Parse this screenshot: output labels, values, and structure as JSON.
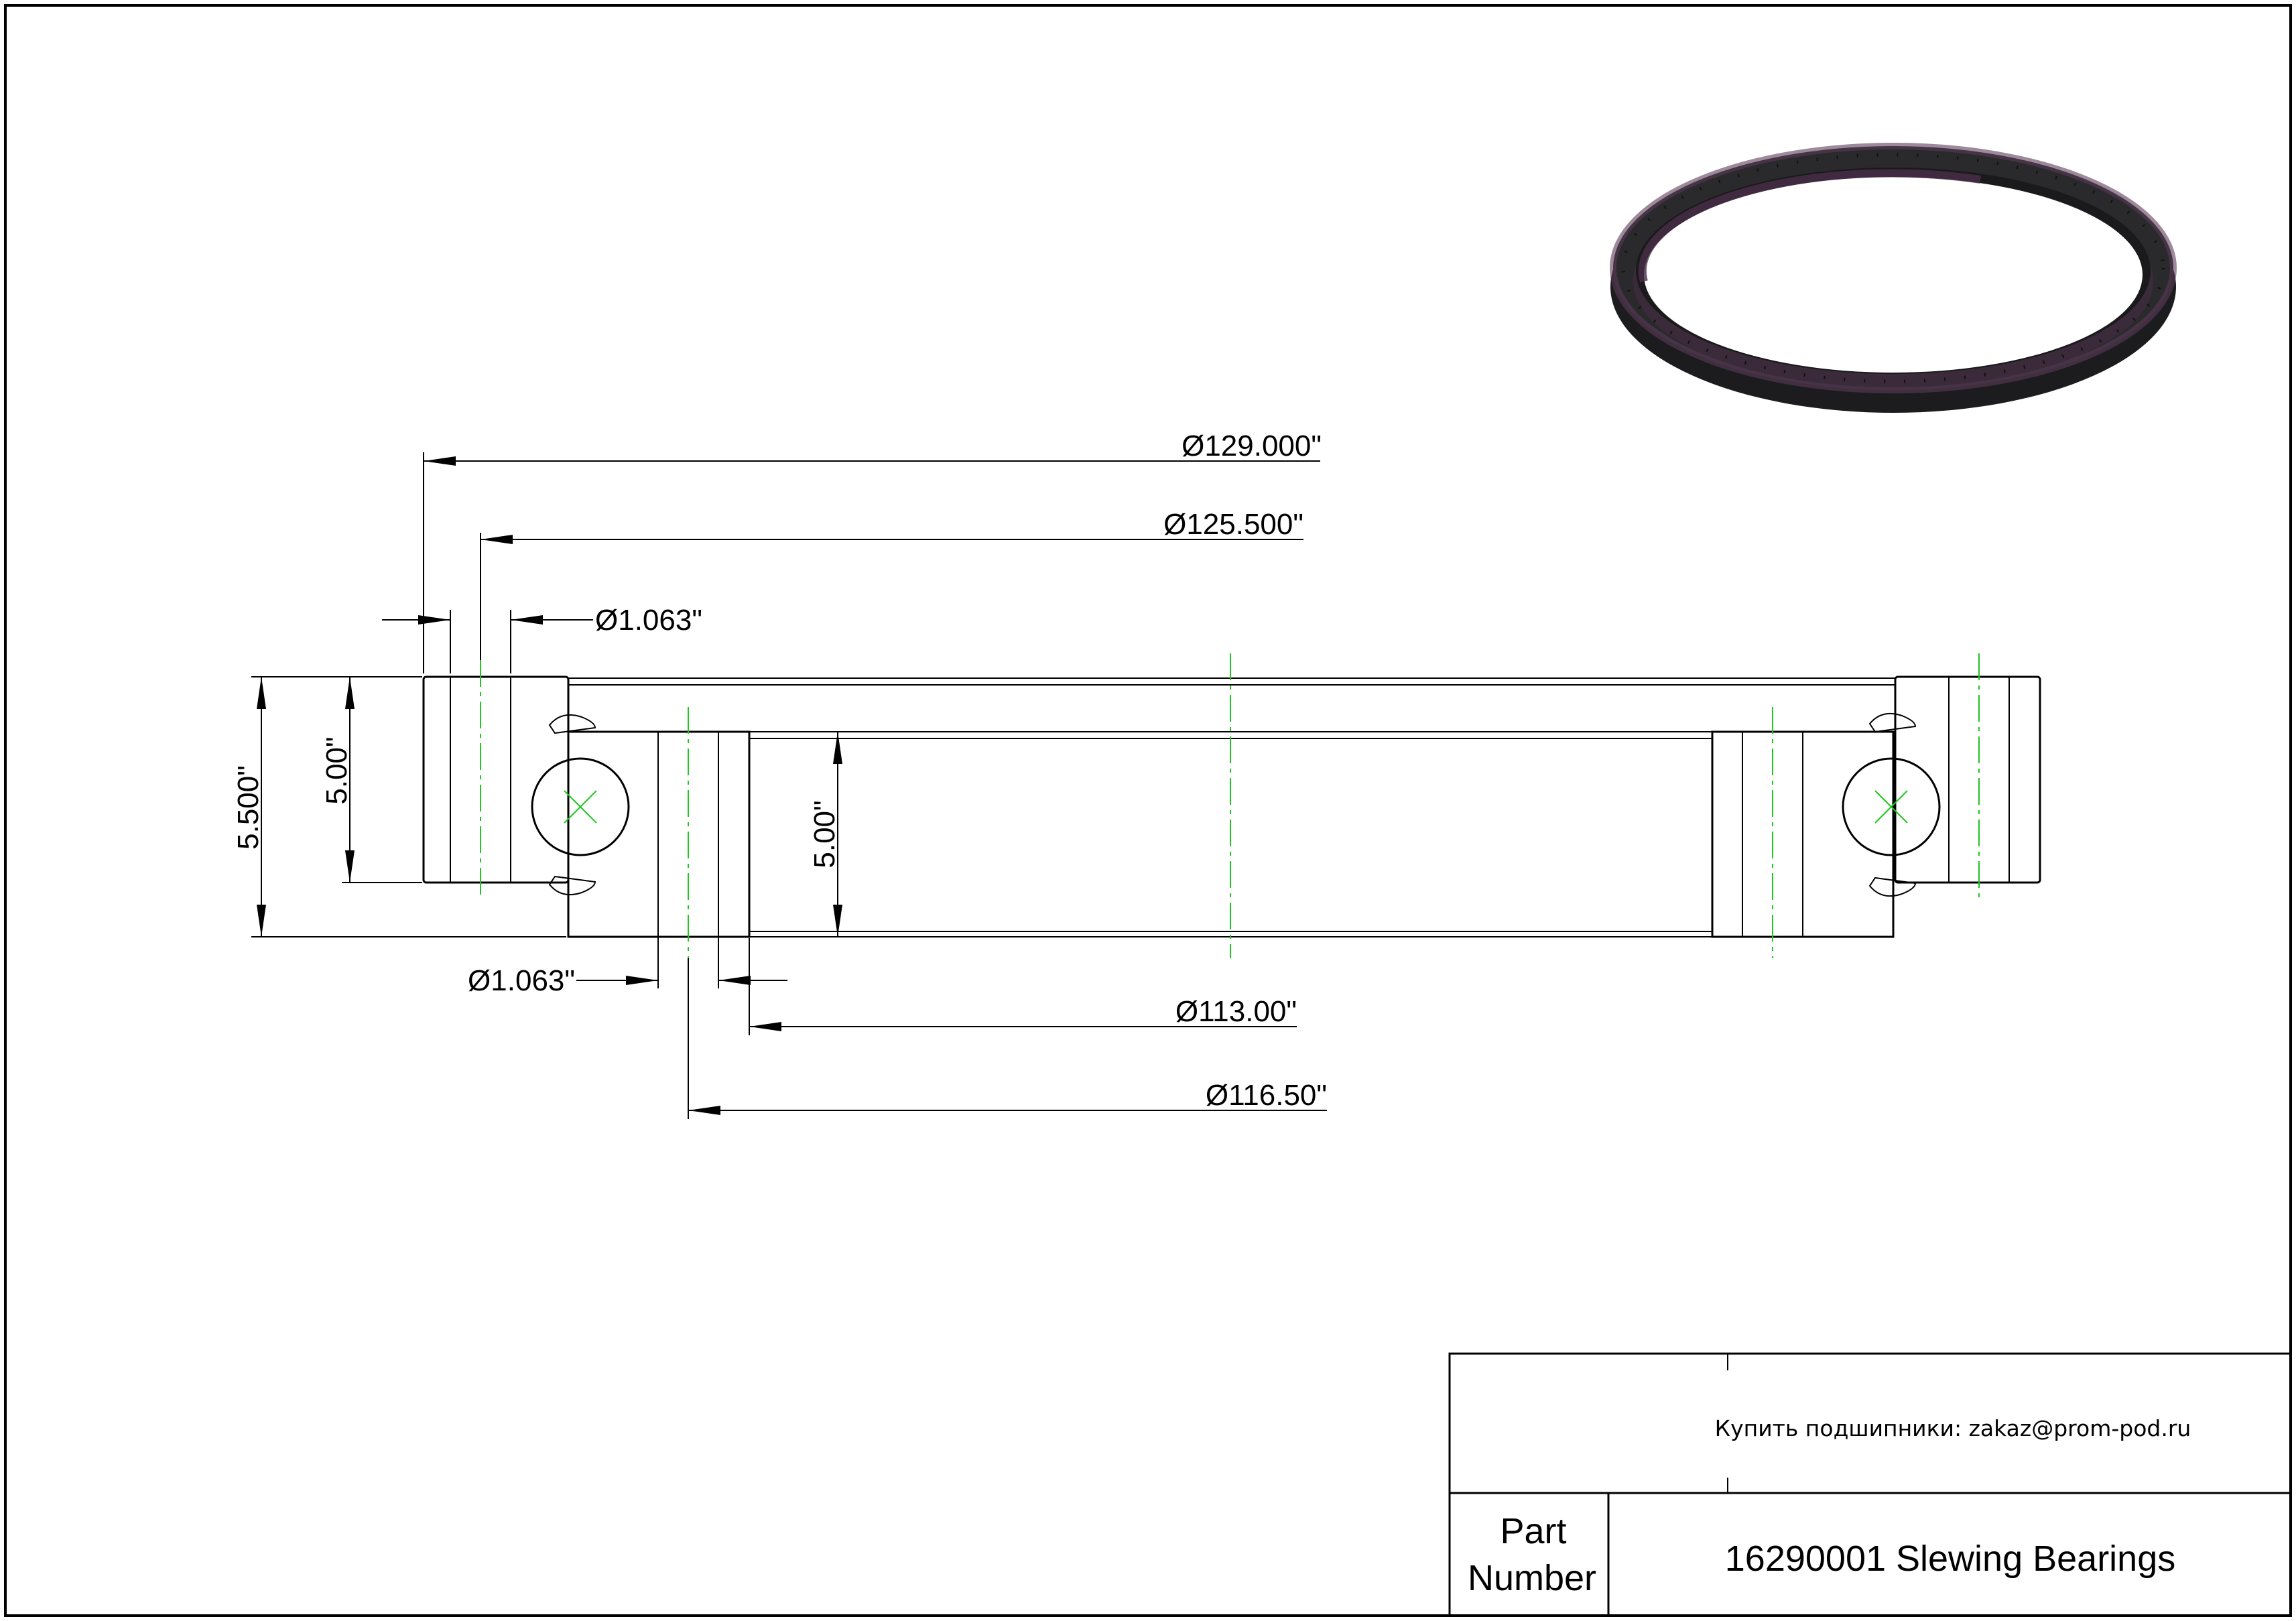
{
  "drawing": {
    "dimensions": {
      "outer_diameter": "Ø129.000\"",
      "bolt_circle_outer": "Ø125.500\"",
      "hole_outer": "Ø1.063\"",
      "overall_height": "5.500\"",
      "outer_ring_height": "5.00\"",
      "inner_ring_height": "5.00\"",
      "hole_inner": "Ø1.063\"",
      "inner_diameter": "Ø113.00\"",
      "bolt_circle_inner": "Ø116.50\""
    }
  },
  "title_block": {
    "buy_text": "Купить подшипники: zakaz@prom-pod.ru",
    "part_label_line1": "Part",
    "part_label_line2": "Number",
    "part_number": "16290001 Slewing  Bearings"
  },
  "colors": {
    "line": "#000000",
    "centerline": "#1ec81e",
    "ring_render": "#1c1c1e",
    "ring_highlight": "#5a3c58"
  }
}
